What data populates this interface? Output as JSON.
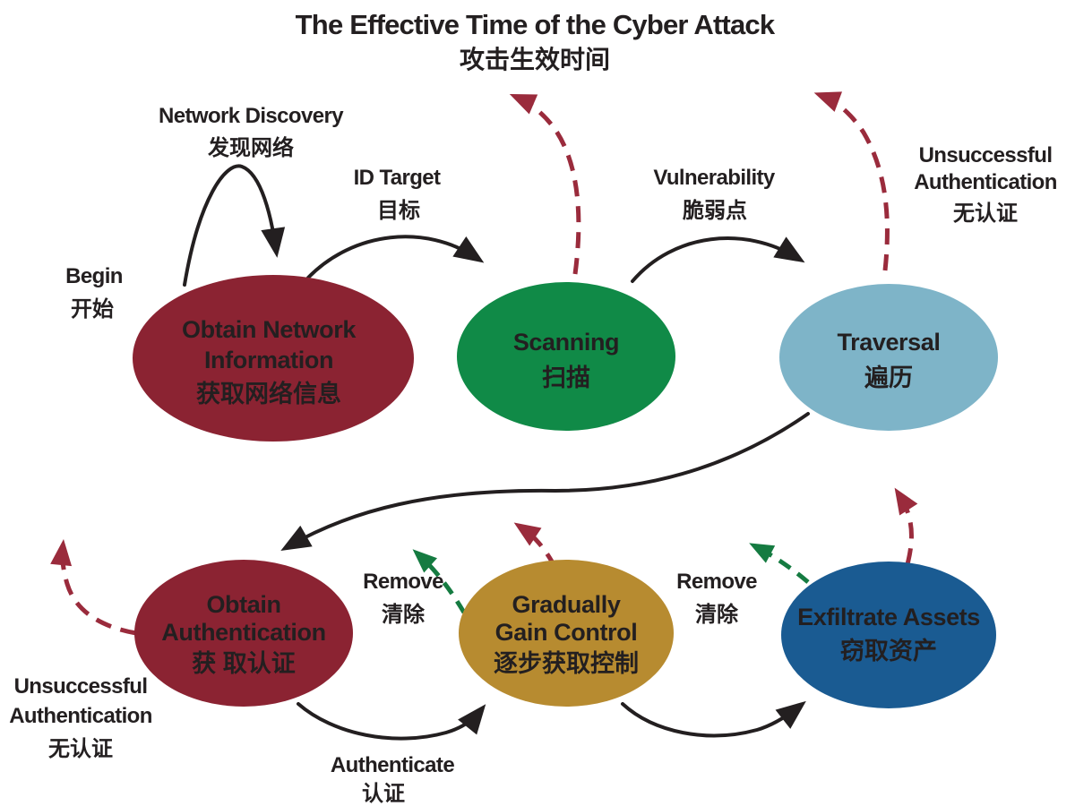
{
  "title": {
    "en": "The Effective Time of the Cyber Attack",
    "zh": "攻击生效时间"
  },
  "colors": {
    "black": "#231F20",
    "maroon": "#8B2332",
    "green": "#108A47",
    "light_blue": "#7EB4C8",
    "gold": "#B78B30",
    "dark_blue": "#1A5B92",
    "dashed_red": "#9A2B3C",
    "dashed_green": "#157B41",
    "node_text": "#F7F2EC",
    "background": "#FFFFFF"
  },
  "nodes": [
    {
      "id": "obtain-network-information",
      "en1": "Obtain Network",
      "en2": "Information",
      "zh": "获取网络信息",
      "color": "#8B2332"
    },
    {
      "id": "scanning",
      "en1": "Scanning",
      "zh": "扫描",
      "color": "#108A47"
    },
    {
      "id": "traversal",
      "en1": "Traversal",
      "zh": "遍历",
      "color": "#7EB4C8"
    },
    {
      "id": "obtain-authentication",
      "en1": "Obtain",
      "en2": "Authentication",
      "zh": "获 取认证",
      "color": "#8B2332"
    },
    {
      "id": "gradually-gain-control",
      "en1": "Gradually",
      "en2": "Gain Control",
      "zh": "逐步获取控制",
      "color": "#B78B30"
    },
    {
      "id": "exfiltrate-assets",
      "en1": "Exfiltrate Assets",
      "zh": "窃取资产",
      "color": "#1A5B92"
    }
  ],
  "labels": {
    "begin": {
      "en": "Begin",
      "zh": "开始"
    },
    "network_discovery": {
      "en": "Network Discovery",
      "zh": "发现网络"
    },
    "id_target": {
      "en": "ID Target",
      "zh": "目标"
    },
    "vulnerability": {
      "en": "Vulnerability",
      "zh": "脆弱点"
    },
    "unsuccessful_auth_top": {
      "en1": "Unsuccessful",
      "en2": "Authentication",
      "zh": "无认证"
    },
    "unsuccessful_auth_bottom": {
      "en1": "Unsuccessful",
      "en2": "Authentication",
      "zh": "无认证"
    },
    "remove_left": {
      "en": "Remove",
      "zh": "清除"
    },
    "remove_right": {
      "en": "Remove",
      "zh": "清除"
    },
    "authenticate": {
      "en": "Authenticate",
      "zh": "认证"
    }
  }
}
